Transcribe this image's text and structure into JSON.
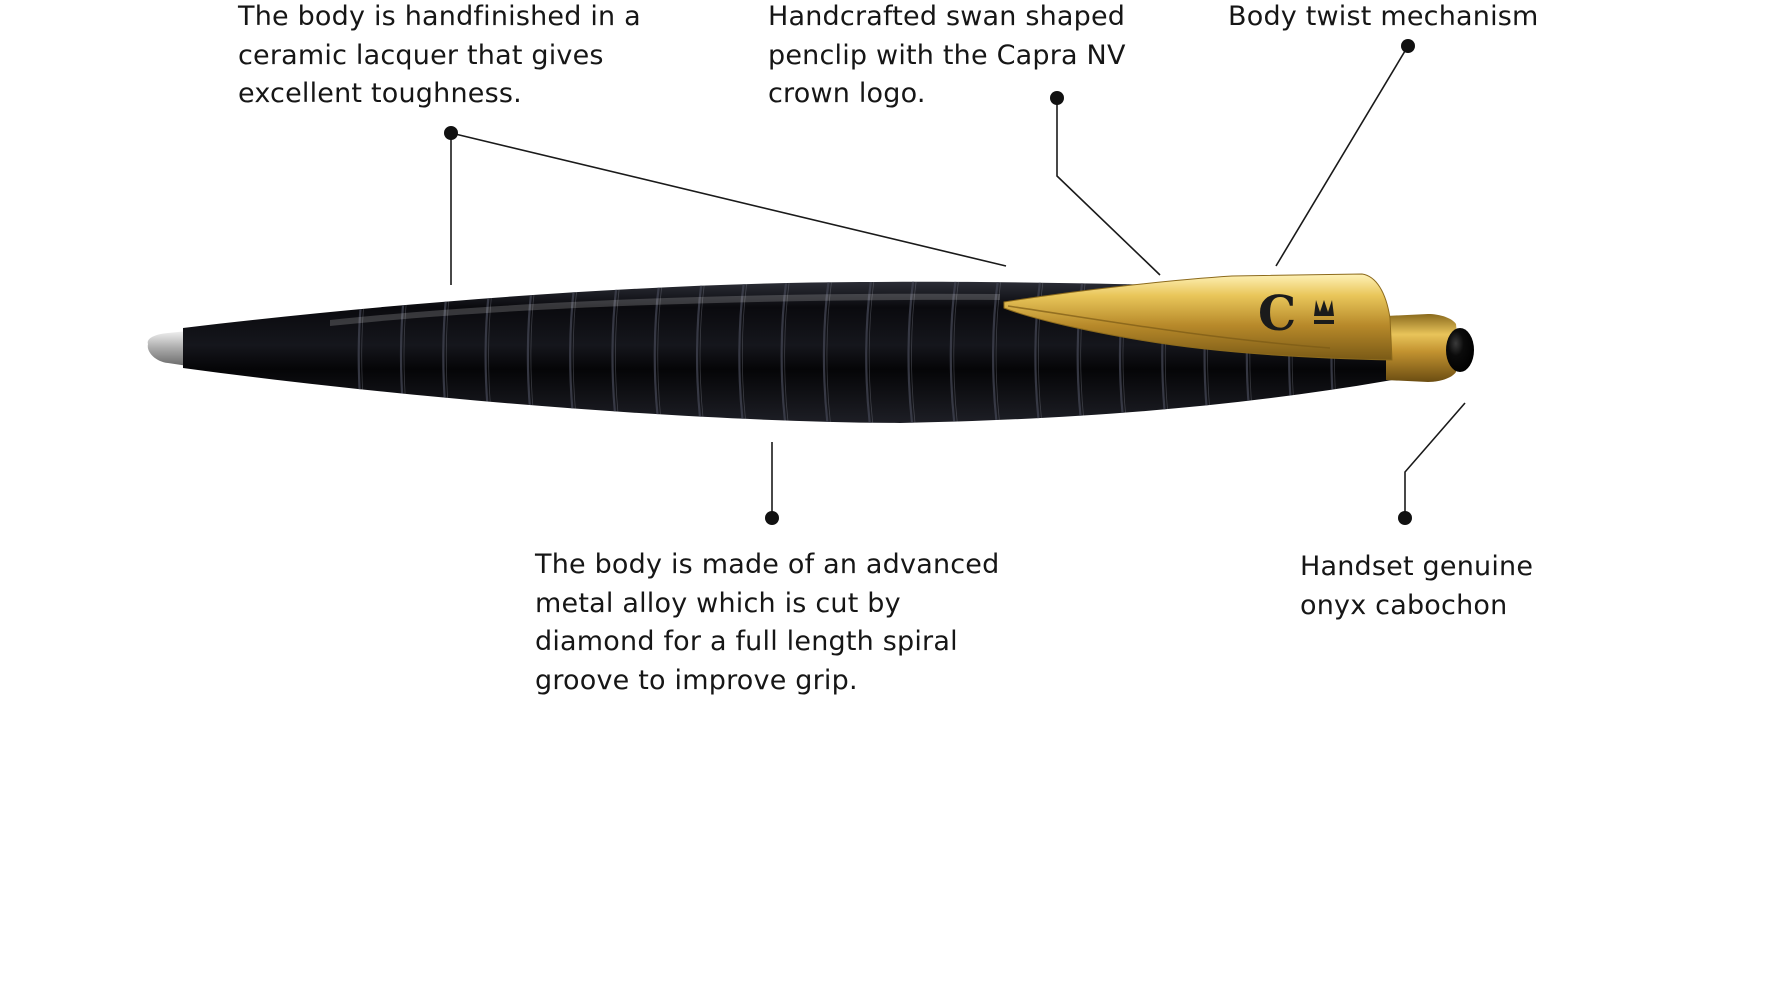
{
  "callouts": {
    "lacquer": "The body is handfinished in a\nceramic lacquer that gives\nexcellent toughness.",
    "penclip": "Handcrafted swan shaped\npenclip with the Capra NV\ncrown logo.",
    "twist": "Body twist mechanism",
    "groove": "The body is made of an advanced\nmetal alloy which is cut by\ndiamond for a full length spiral\ngroove to improve grip.",
    "onyx": "Handset genuine\nonyx cabochon"
  },
  "colors": {
    "background": "#ffffff",
    "text": "#161616",
    "leader_line": "#1a1a1a",
    "pen_body": "#0b0b0f",
    "gold": "#c9a233",
    "onyx": "#050505",
    "tip": "#bdbdbd"
  },
  "pen": {
    "logo_letter": "C",
    "body_grooves": 24
  }
}
